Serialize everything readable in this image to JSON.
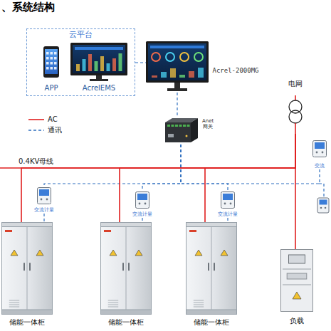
{
  "diagram": {
    "title": "、系统结构",
    "nodes": [
      {
        "text": [
          "云平台"
        ]
      },
      {
        "text": [
          "APP"
        ],
        "in": 0
      },
      {
        "text": [
          "AcrelEMS"
        ],
        "in": 0
      },
      {
        "text": [
          "Acrel-2000MG"
        ]
      },
      {
        "text": [
          "Anet 网关"
        ]
      },
      {
        "text": [
          "电网"
        ]
      },
      {
        "text": [
          "交流"
        ]
      },
      {
        "text": [
          "交流计量"
        ]
      },
      {
        "text": [
          "交流计量"
        ]
      },
      {
        "text": [
          "交流计量"
        ]
      },
      {
        "text": [
          "储能一体柜"
        ]
      },
      {
        "text": [
          "储能一体柜"
        ]
      },
      {
        "text": [
          "储能一体柜"
        ]
      },
      {
        "text": [
          "负载"
        ]
      }
    ],
    "edges": [
      {
        "from": 0,
        "to": 3,
        "arrow": "none"
      },
      {
        "from": 3,
        "to": 4,
        "arrow": "none"
      },
      {
        "from": 4,
        "to": 6,
        "arrow": "none"
      },
      {
        "from": 4,
        "to": 7,
        "arrow": "none"
      },
      {
        "from": 4,
        "to": 8,
        "arrow": "none"
      },
      {
        "from": 4,
        "to": 9,
        "arrow": "none"
      },
      {
        "from": 7,
        "to": 10,
        "arrow": "none"
      },
      {
        "from": 8,
        "to": 11,
        "arrow": "none"
      },
      {
        "from": 9,
        "to": 12,
        "arrow": "none"
      },
      {
        "from": 5,
        "to": 10,
        "arrow": "none"
      },
      {
        "from": 5,
        "to": 11,
        "arrow": "none"
      },
      {
        "from": 5,
        "to": 12,
        "arrow": "none"
      },
      {
        "from": 5,
        "to": 13,
        "arrow": "none"
      }
    ],
    "labels": [
      "0.4KV母线"
    ],
    "legend": [
      {
        "text": "AC"
      },
      {
        "text": "通讯"
      }
    ]
  }
}
